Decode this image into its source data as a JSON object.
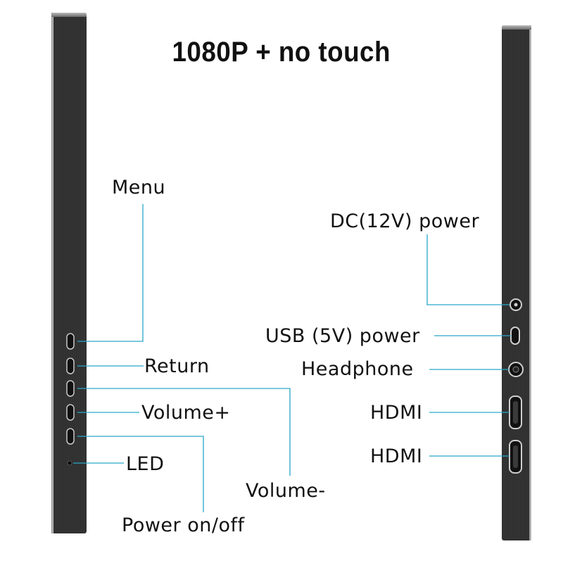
{
  "title": "1080P + no touch",
  "colors": {
    "leader_line": "#2aa6c9",
    "panel": "#2e2e2e",
    "port": "#111111"
  },
  "left_side": {
    "menu": "Menu",
    "return": "Return",
    "volume_down": "Volume-",
    "volume_up": "Volume+",
    "power": "Power on/off",
    "led": "LED"
  },
  "right_side": {
    "dc_power": "DC(12V) power",
    "usb_power": "USB (5V) power",
    "headphone": "Headphone",
    "hdmi_1": "HDMI",
    "hdmi_2": "HDMI"
  }
}
